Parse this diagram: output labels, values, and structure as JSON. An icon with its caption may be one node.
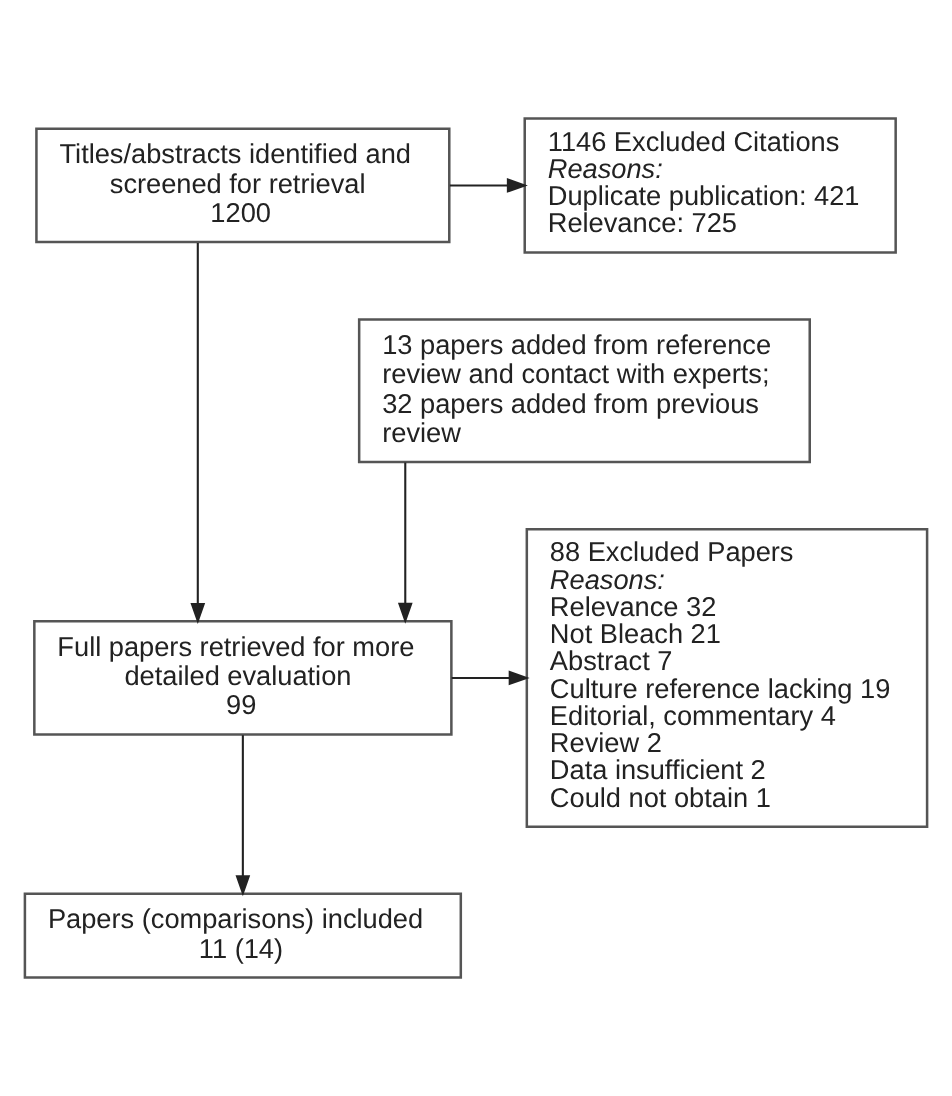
{
  "diagram": {
    "nodes": [
      {
        "text": [
          "Titles/abstracts identified and screened for retrieval",
          "1200"
        ]
      },
      {
        "text": [
          "1146 Excluded Citations",
          "Reasons:",
          "Duplicate publication: 421",
          "Relevance: 725"
        ]
      },
      {
        "text": [
          "13 papers added from reference review and contact with experts; 32 papers added from previous review"
        ]
      },
      {
        "text": [
          "Full papers retrieved for more detailed evaluation",
          "99"
        ]
      },
      {
        "text": [
          "88 Excluded Papers",
          "Reasons:",
          "Relevance 32",
          "Not Bleach 21",
          "Abstract 7",
          "Culture reference lacking 19",
          "Editorial, commentary 4",
          "Review 2",
          "Data insufficient 2",
          "Could not obtain 1"
        ]
      },
      {
        "text": [
          "Papers (comparisons) included",
          "11 (14)"
        ]
      }
    ],
    "edges": [
      {
        "from": 0,
        "to": 1,
        "arrow": "to"
      },
      {
        "from": 0,
        "to": 3,
        "arrow": "to"
      },
      {
        "from": 2,
        "to": 3,
        "arrow": "to"
      },
      {
        "from": 3,
        "to": 4,
        "arrow": "to"
      },
      {
        "from": 3,
        "to": 5,
        "arrow": "to"
      }
    ]
  }
}
